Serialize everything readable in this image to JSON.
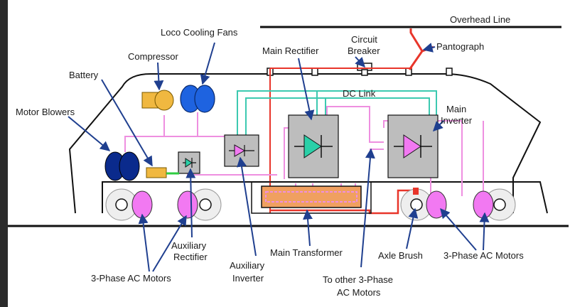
{
  "labels": {
    "overhead_line": "Overhead Line",
    "circuit_breaker": [
      "Circuit",
      "Breaker"
    ],
    "pantograph": "Pantograph",
    "loco_cooling_fans": "Loco Cooling Fans",
    "compressor": "Compressor",
    "battery": "Battery",
    "motor_blowers": "Motor Blowers",
    "main_rectifier": "Main Rectifier",
    "dc_link": "DC Link",
    "main_inverter": [
      "Main",
      "Inverter"
    ],
    "auxiliary_rectifier": [
      "Auxiliary",
      "Rectifier"
    ],
    "auxiliary_inverter": [
      "Auxiliary",
      "Inverter"
    ],
    "main_transformer": "Main Transformer",
    "to_other_motors": [
      "To other 3-Phase",
      "AC Motors"
    ],
    "axle_brush": "Axle Brush",
    "ac_motors_left": "3-Phase AC Motors",
    "ac_motors_right": "3-Phase AC Motors"
  },
  "colors": {
    "hv_power": "#e8352a",
    "dc_link": "#3cc9b0",
    "aux_wiring": "#ee8fe0",
    "motor": "#f279f2",
    "motor_blower": "#0a2a8c",
    "cooling_fan": "#1e63e0",
    "compressor": "#f0b840",
    "battery": "#f0b840",
    "rectifier_symbol": "#2ad0a8",
    "inverter_symbol": "#f279f2",
    "converter_box": "#bdbdbd",
    "transformer": "#f0a060",
    "pointer_arrow": "#1f3f8f"
  }
}
